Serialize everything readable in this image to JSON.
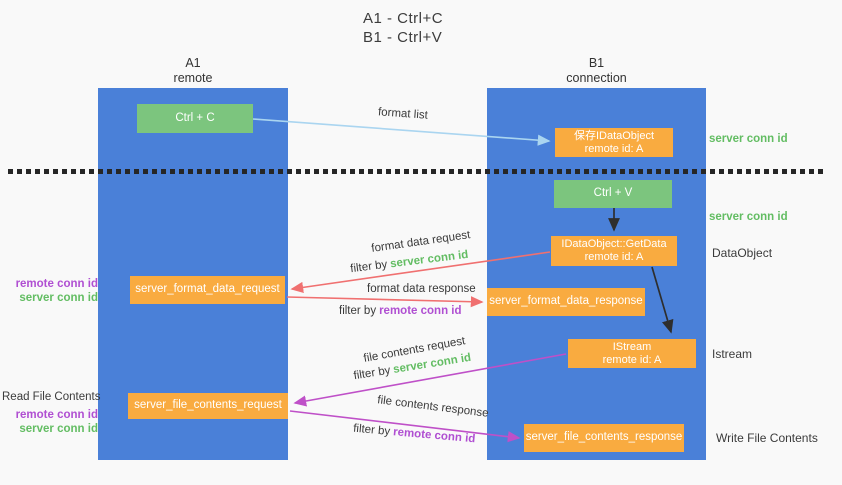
{
  "title": {
    "line1": "A1 - Ctrl+C",
    "line2": "B1 - Ctrl+V"
  },
  "lanes": {
    "a": {
      "id": "A1",
      "name": "remote"
    },
    "b": {
      "id": "B1",
      "name": "connection"
    }
  },
  "boxes": {
    "ctrl_c": {
      "label": "Ctrl + C"
    },
    "ctrl_v": {
      "label": "Ctrl + V"
    },
    "save_dataobject": {
      "line1": "保存IDataObject",
      "line2": "remote id: A"
    },
    "getdata": {
      "line1": "IDataObject::GetData",
      "line2": "remote id: A"
    },
    "istream": {
      "line1": "IStream",
      "line2": "remote id: A"
    },
    "format_request": {
      "label": "server_format_data_request"
    },
    "format_response": {
      "label": "server_format_data_response"
    },
    "file_request": {
      "label": "server_file_contents_request"
    },
    "file_response": {
      "label": "server_file_contents_response"
    }
  },
  "arrow_labels": {
    "format_list": "format list",
    "format_request": {
      "text": "format data request",
      "prefix": "filter by",
      "key": "server conn id"
    },
    "format_response": {
      "text": "format data response",
      "prefix": "filter by",
      "key": "remote conn id"
    },
    "file_request": {
      "text": "file contents request",
      "prefix": "filter by",
      "key": "server conn id"
    },
    "file_response": {
      "text": "file contents response",
      "prefix": "filter by",
      "key": "remote conn id"
    }
  },
  "side_labels": {
    "right": {
      "server_conn_top": "server conn id",
      "server_conn_mid": "server conn id",
      "dataobject": "DataObject",
      "istream": "Istream",
      "write_file": "Write File Contents"
    },
    "left": {
      "remote_conn_mid": "remote conn id",
      "server_conn_mid": "server conn id",
      "read_file": "Read File Contents",
      "remote_conn_bottom": "remote conn id",
      "server_conn_bottom": "server conn id"
    }
  },
  "colors": {
    "lane_blue": "#4a80d8",
    "green_box": "#7cc57e",
    "orange_box": "#f9ab40",
    "arrow_blue": "#aad5f0",
    "arrow_red": "#f07070",
    "arrow_magenta": "#bf50c8",
    "arrow_black": "#2e2e2e",
    "label_green": "#63bd63",
    "label_purple": "#b04fd2",
    "text_dark": "#3b3b3b"
  }
}
